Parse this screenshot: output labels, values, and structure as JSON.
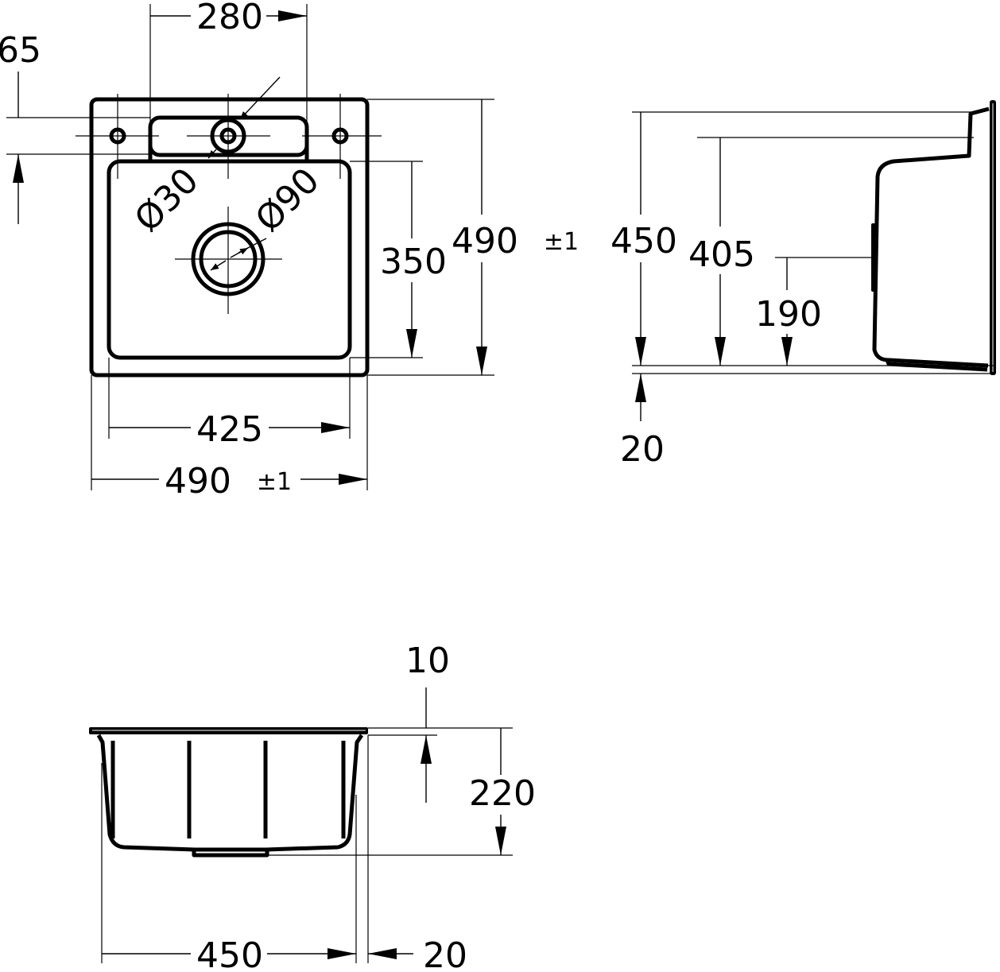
{
  "top_view": {
    "width_faucet_deck": "280",
    "tap_offset": "65",
    "faucet_hole_dia": "Ø30",
    "drain_dia": "Ø90",
    "bowl_length": "350",
    "overall_length": "490",
    "overall_length_tol": "±1",
    "bowl_width": "425",
    "overall_width": "490",
    "overall_width_tol": "±1"
  },
  "side_view": {
    "cutout_height": "450",
    "bowl_height": "405",
    "overflow_height": "190",
    "rim_offset": "20"
  },
  "front_view": {
    "rim_thickness": "10",
    "bowl_depth": "220",
    "bowl_width": "450",
    "rim_overhang": "20"
  }
}
